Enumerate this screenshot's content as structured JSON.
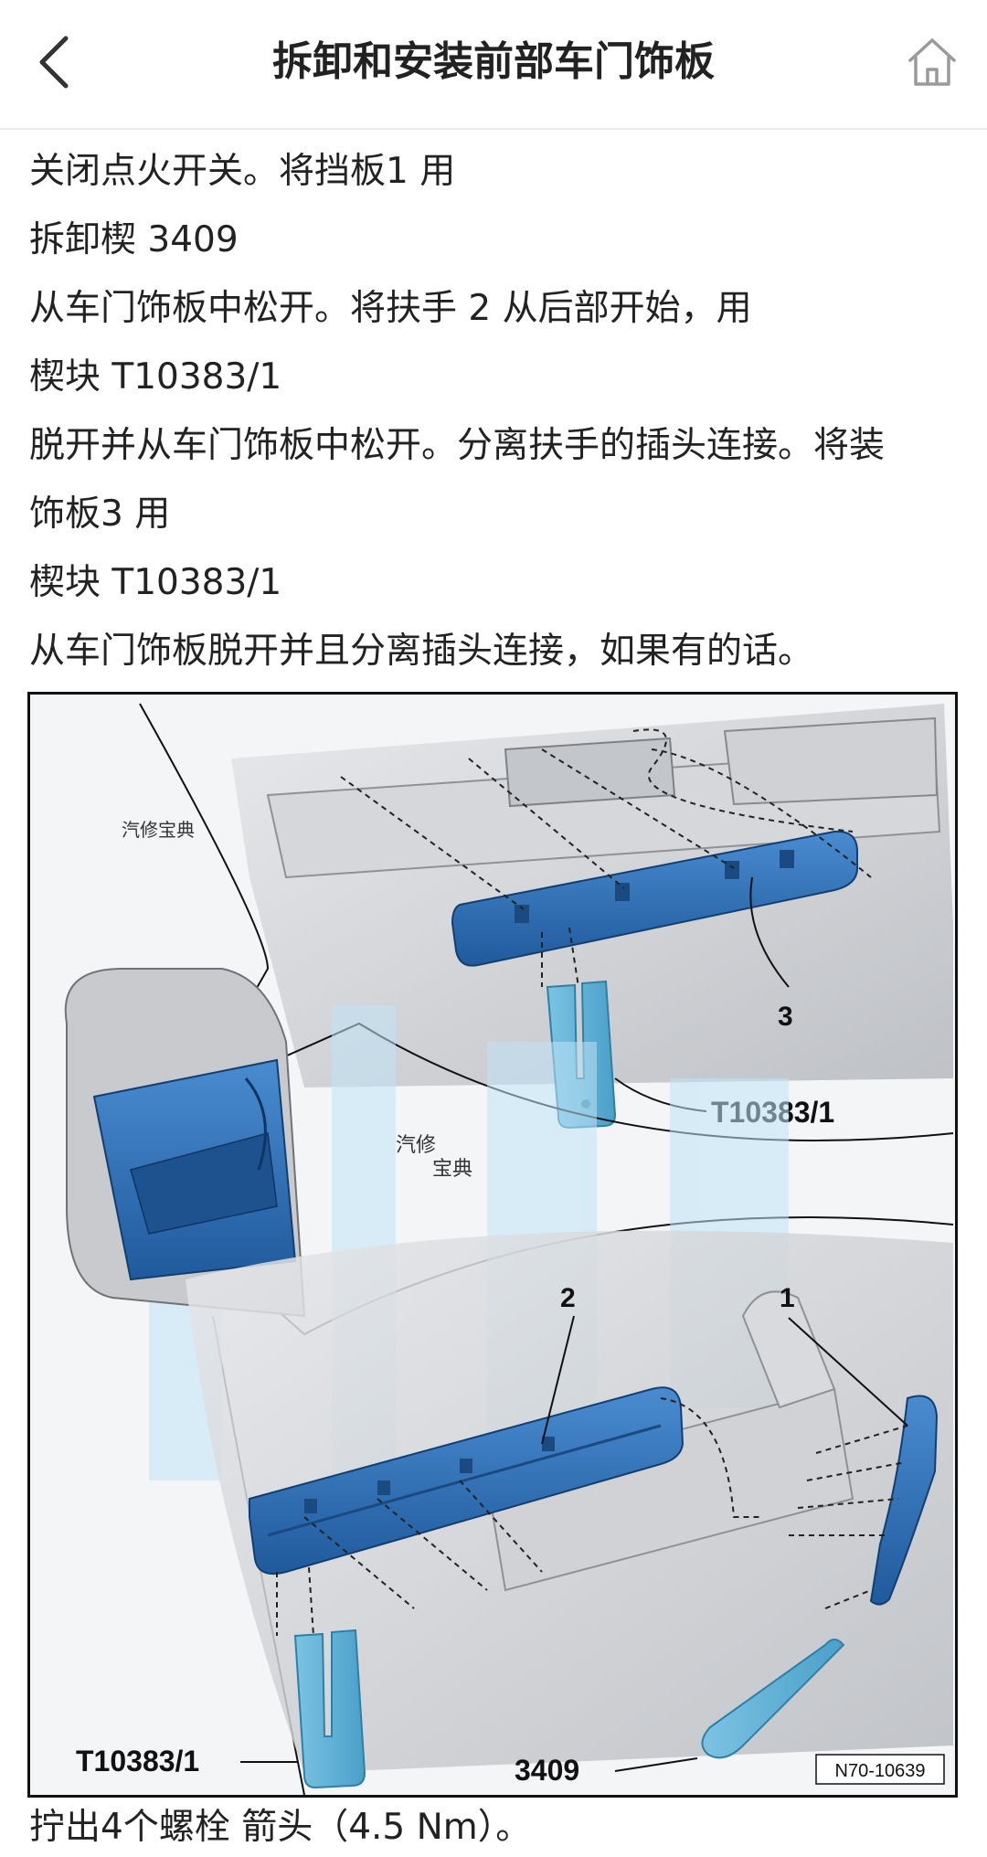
{
  "header": {
    "title": "拆卸和安装前部车门饰板"
  },
  "paragraph_lines": [
    "关闭点火开关。将挡板1 用",
    "拆卸楔 3409",
    "从车门饰板中松开。将扶手 2 从后部开始，用",
    "楔块 T10383/1",
    "脱开并从车门饰板中松开。分离扶手的插头连接。将装",
    "饰板3 用",
    "楔块 T10383/1",
    "从车门饰板脱开并且分离插头连接，如果有的话。"
  ],
  "figure": {
    "label_3": "3",
    "label_2": "2",
    "label_1": "1",
    "tool_label_top": "T10383/1",
    "tool_label_bottom": "T10383/1",
    "wedge_label": "3409",
    "figure_code": "N70-10639",
    "watermark_small_1": "汽修宝典",
    "watermark_small_2a": "汽修",
    "watermark_small_2b": "宝典",
    "colors": {
      "part_blue": "#2f6fb5",
      "tool_blue": "#5bb0d6",
      "door_gray": "#c9cbce",
      "watermark": "#bfe3f5"
    }
  },
  "footer_text": "拧出4个螺栓 箭头（4.5 Nm）。"
}
